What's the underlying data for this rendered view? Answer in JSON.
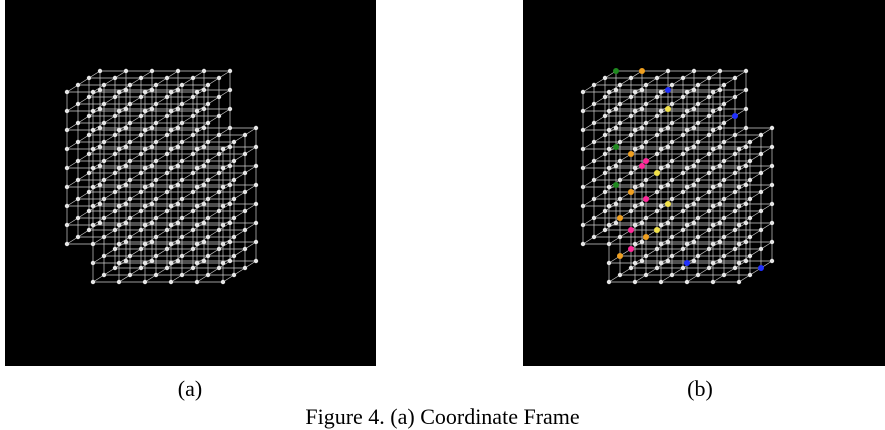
{
  "panels": [
    {
      "id": "a",
      "label": "(a)"
    },
    {
      "id": "b",
      "label": "(b)"
    }
  ],
  "caption": "Figure 4. (a) Coordinate Frame",
  "colors": {
    "background": "#000000",
    "grid_line": "#cfcfcf",
    "node": "#e6e6e6",
    "highlight_green": "#1f8a1f",
    "highlight_orange": "#f0a020",
    "highlight_yellow": "#f2e24a",
    "highlight_pink": "#ff2a9a",
    "highlight_blue": "#2030ff"
  }
}
